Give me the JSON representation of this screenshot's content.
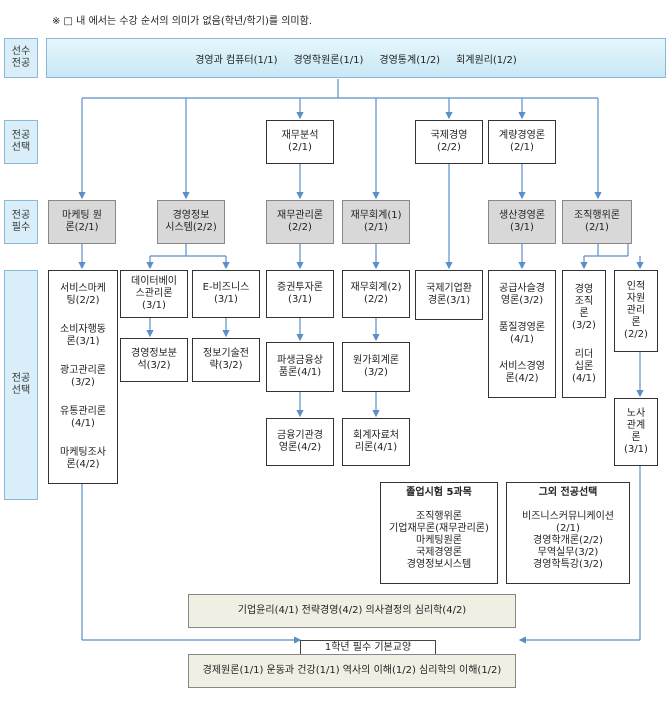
{
  "note": "※ □ 내 에서는 수강 순서의 의미가 없음(학년/학기)를 의미함.",
  "rows": {
    "prereq": "선수\n전공",
    "elective1": "전공\n선택",
    "required": "전공\n필수",
    "elective2": "전공\n선택"
  },
  "prereq_courses": [
    "경영과 컴퓨터(1/1)",
    "경영학원론(1/1)",
    "경영통계(1/2)",
    "회계원리(1/2)"
  ],
  "elective1": {
    "finance_analysis": "재무분석\n(2/1)",
    "intl_mgmt": "국제경영\n(2/2)",
    "quant_mgmt": "계량경영론\n(2/1)"
  },
  "required": {
    "marketing": "마케팅 원\n론(2/1)",
    "mis": "경영정보\n시스템(2/2)",
    "finance_mgmt": "재무관리론\n(2/2)",
    "fin_accounting1": "재무회계(1)\n(2/1)",
    "production": "생산경영론\n(3/1)",
    "org_behavior": "조직행위론\n(2/1)"
  },
  "elective2": {
    "marketing_list": [
      "서비스마케\n팅(2/2)",
      "소비자행동\n론(3/1)",
      "광고관리론\n(3/2)",
      "유통관리론\n(4/1)",
      "마케팅조사\n론(4/2)"
    ],
    "db_mgmt": "데이터베이\n스관리론\n(3/1)",
    "ebusiness": "E-비즈니스\n(3/1)",
    "mis_analysis": "경영정보분\n석(3/2)",
    "it_strategy": "정보기술전\n략(3/2)",
    "securities": "증권투자론\n(3/1)",
    "derivatives": "파생금융상\n품론(4/1)",
    "financial_inst": "금융기관경\n영론(4/2)",
    "fin_accounting2": "재무회계(2)\n(2/2)",
    "cost_accounting": "원가회계론\n(3/2)",
    "accounting_info": "회계자료처\n리론(4/1)",
    "intl_business": "국제기업환\n경론(3/1)",
    "prod_list": [
      "공급사슬경\n영론(3/2)",
      "품질경영론\n(4/1)",
      "서비스경영\n론(4/2)"
    ],
    "org_list": [
      "경영\n조직\n론\n(3/2)",
      "리더\n십론\n(4/1)"
    ],
    "hr_mgmt": "인적\n자원\n관리\n론\n(2/2)",
    "labor_relations": "노사\n관계\n론\n(3/1)"
  },
  "grad_exam": {
    "title": "졸업시험 5과목",
    "items": [
      "조직행위론",
      "기업재무론(재무관리론)",
      "마케팅원론",
      "국제경영론",
      "경영정보시스템"
    ]
  },
  "other_electives": {
    "title": "그외 전공선택",
    "items": [
      "비즈니스커뮤니케이션\n(2/1)",
      "경영학개론(2/2)",
      "무역실무(3/2)",
      "경영학특강(3/2)"
    ]
  },
  "common_courses": "기업윤리(4/1)   전략경영(4/2)   의사결정의 심리학(4/2)",
  "freshman": {
    "label": "1학년 필수 기본교양",
    "courses": "경제원론(1/1) 운동과 건강(1/1) 역사의 이해(1/2) 심리학의 이해(1/2)"
  },
  "colors": {
    "arrow": "#5b8fc7",
    "side_bg": "#d9eef8",
    "grey_box": "#d8d8d8",
    "tan_box": "#f1efe3"
  }
}
